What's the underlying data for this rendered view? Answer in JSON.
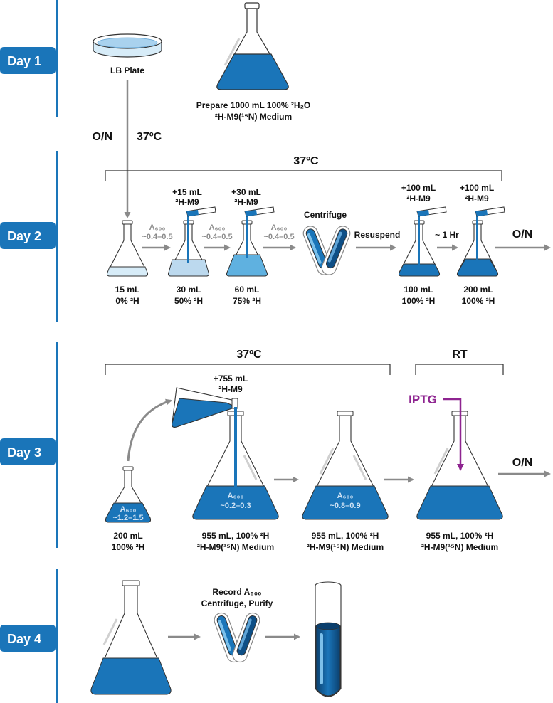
{
  "days": [
    "Day 1",
    "Day 2",
    "Day 3",
    "Day 4"
  ],
  "colors": {
    "day_badge": "#1a75b9",
    "timeline": "#1a75b9",
    "medium": "#1a75b9",
    "medium_light": "#bcd9ee",
    "medium_mid": "#5fb1e0",
    "tube": "#0e4f86",
    "arrow": "#8a8a8a",
    "iptg": "#8e2490"
  },
  "day1": {
    "plate_label": "LB Plate",
    "medium_line1": "Prepare 1000 mL 100% ²H₂O",
    "medium_line2": "²H-M9(¹⁵N) Medium",
    "overnight": "O/N",
    "temp": "37ºC"
  },
  "day2": {
    "temp": "37ºC",
    "a600": "A₆₀₀",
    "a600_range": "~0.4–0.5",
    "centrifuge": "Centrifuge",
    "resuspend": "Resuspend",
    "incubate": "~ 1 Hr",
    "overnight": "O/N",
    "add_labels": [
      {
        "amount": "+15 mL",
        "medium": "²H-M9"
      },
      {
        "amount": "+30 mL",
        "medium": "²H-M9"
      },
      {
        "amount": "+100 mL",
        "medium": "²H-M9"
      },
      {
        "amount": "+100 mL",
        "medium": "²H-M9"
      }
    ],
    "flasks": [
      {
        "volume": "15 mL",
        "percent": "0% ²H"
      },
      {
        "volume": "30 mL",
        "percent": "50% ²H"
      },
      {
        "volume": "60 mL",
        "percent": "75% ²H"
      },
      {
        "volume": "100 mL",
        "percent": "100% ²H"
      },
      {
        "volume": "200 mL",
        "percent": "100% ²H"
      }
    ]
  },
  "day3": {
    "temp": "37ºC",
    "rt": "RT",
    "add_amount": "+755 mL",
    "add_medium": "²H-M9",
    "iptg": "IPTG",
    "overnight": "O/N",
    "a600": "A₆₀₀",
    "small_flask": {
      "a600_range": "~1.2–1.5",
      "volume": "200 mL",
      "percent": "100% ²H"
    },
    "flasks": [
      {
        "a600_range": "~0.2–0.3",
        "line1": "955 mL, 100% ²H",
        "line2": "²H-M9(¹⁵N) Medium"
      },
      {
        "a600_range": "~0.8–0.9",
        "line1": "955 mL, 100% ²H",
        "line2": "²H-M9(¹⁵N) Medium"
      },
      {
        "a600_range": "",
        "line1": "955 mL, 100% ²H",
        "line2": "²H-M9(¹⁵N) Medium"
      }
    ]
  },
  "day4": {
    "record_line1": "Record A₆₀₀",
    "record_line2": "Centrifuge, Purify"
  }
}
